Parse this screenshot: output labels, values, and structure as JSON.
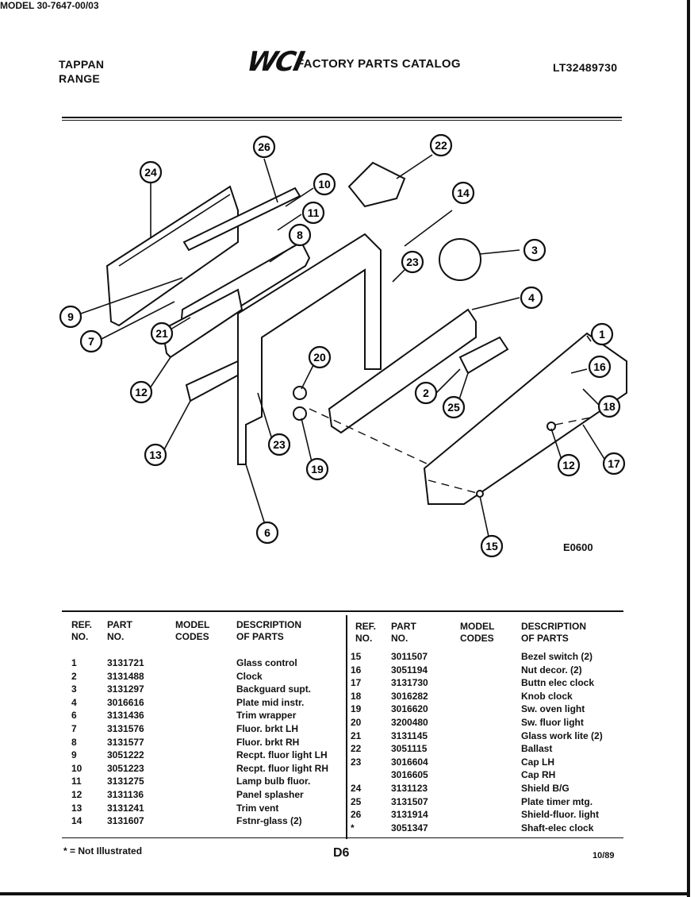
{
  "header": {
    "brand_line1": "TAPPAN",
    "brand_line2": "RANGE",
    "logo": "WCI",
    "catalog_title": "FACTORY PARTS CATALOG",
    "doc_id": "LT32489730"
  },
  "model_label": "MODEL 30-7647-00/03",
  "figure_code": "E0600",
  "callouts": [
    "24",
    "26",
    "22",
    "10",
    "11",
    "8",
    "14",
    "23",
    "3",
    "4",
    "1",
    "9",
    "7",
    "21",
    "12",
    "20",
    "16",
    "18",
    "2",
    "25",
    "13",
    "23",
    "19",
    "12",
    "17",
    "6",
    "15"
  ],
  "table": {
    "headers": {
      "ref": [
        "REF.",
        "NO."
      ],
      "part": [
        "PART",
        "NO."
      ],
      "model": [
        "MODEL",
        "CODES"
      ],
      "desc": [
        "DESCRIPTION",
        "OF PARTS"
      ]
    },
    "left_rows": [
      {
        "ref": "1",
        "part": "3131721",
        "desc": "Glass control"
      },
      {
        "ref": "2",
        "part": "3131488",
        "desc": "Clock"
      },
      {
        "ref": "3",
        "part": "3131297",
        "desc": "Backguard supt."
      },
      {
        "ref": "4",
        "part": "3016616",
        "desc": "Plate mid instr."
      },
      {
        "ref": "6",
        "part": "3131436",
        "desc": "Trim wrapper"
      },
      {
        "ref": "7",
        "part": "3131576",
        "desc": "Fluor. brkt LH"
      },
      {
        "ref": "8",
        "part": "3131577",
        "desc": "Fluor. brkt RH"
      },
      {
        "ref": "9",
        "part": "3051222",
        "desc": "Recpt. fluor light LH"
      },
      {
        "ref": "10",
        "part": "3051223",
        "desc": "Recpt. fluor light RH"
      },
      {
        "ref": "11",
        "part": "3131275",
        "desc": "Lamp bulb fluor."
      },
      {
        "ref": "12",
        "part": "3131136",
        "desc": "Panel splasher"
      },
      {
        "ref": "13",
        "part": "3131241",
        "desc": "Trim vent"
      },
      {
        "ref": "14",
        "part": "3131607",
        "desc": "Fstnr-glass (2)"
      }
    ],
    "right_rows": [
      {
        "ref": "15",
        "part": "3011507",
        "desc": "Bezel switch (2)"
      },
      {
        "ref": "16",
        "part": "3051194",
        "desc": "Nut decor. (2)"
      },
      {
        "ref": "17",
        "part": "3131730",
        "desc": "Buttn elec clock"
      },
      {
        "ref": "18",
        "part": "3016282",
        "desc": "Knob clock"
      },
      {
        "ref": "19",
        "part": "3016620",
        "desc": "Sw. oven light"
      },
      {
        "ref": "20",
        "part": "3200480",
        "desc": "Sw. fluor light"
      },
      {
        "ref": "21",
        "part": "3131145",
        "desc": "Glass work lite (2)"
      },
      {
        "ref": "22",
        "part": "3051115",
        "desc": "Ballast"
      },
      {
        "ref": "23",
        "part": "3016604",
        "desc": "Cap LH"
      },
      {
        "ref": "",
        "part": "3016605",
        "desc": "Cap RH"
      },
      {
        "ref": "24",
        "part": "3131123",
        "desc": "Shield B/G"
      },
      {
        "ref": "25",
        "part": "3131507",
        "desc": "Plate timer mtg."
      },
      {
        "ref": "26",
        "part": "3131914",
        "desc": "Shield-fluor. light"
      },
      {
        "ref": "*",
        "part": "3051347",
        "desc": "Shaft-elec clock"
      }
    ]
  },
  "footer": {
    "footnote": "* = Not Illustrated",
    "page": "D6",
    "date": "10/89"
  }
}
